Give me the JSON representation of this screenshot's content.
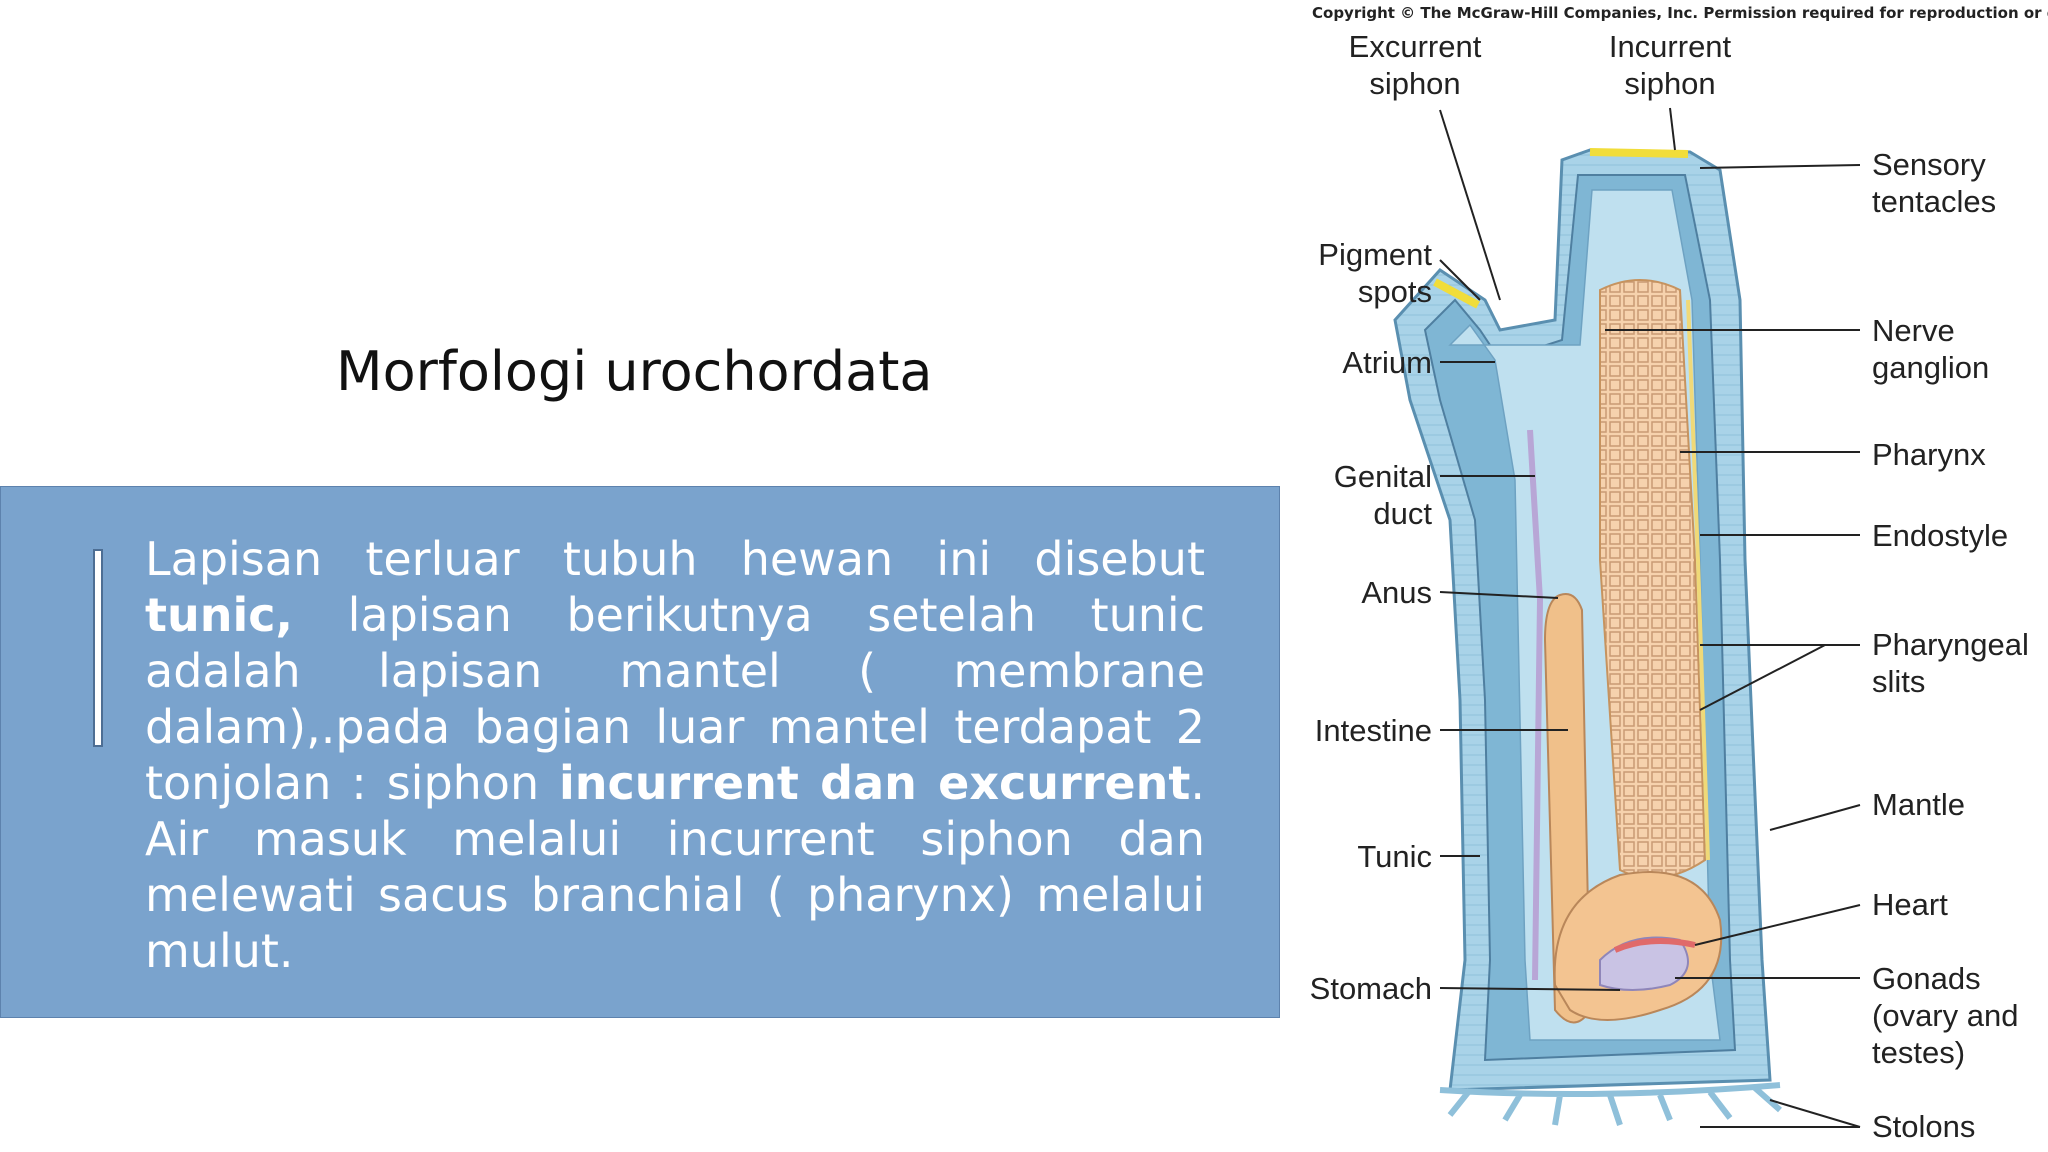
{
  "slide": {
    "title": "Morfologi urochordata",
    "text_parts": [
      {
        "t": "Lapisan terluar tubuh hewan ini disebut ",
        "b": false
      },
      {
        "t": "tunic,",
        "b": true
      },
      {
        "t": " lapisan berikutnya setelah tunic adalah lapisan mantel ( membrane dalam),.pada bagian luar mantel terdapat 2 tonjolan : siphon ",
        "b": false
      },
      {
        "t": "incurrent dan excurrent",
        "b": true
      },
      {
        "t": ".   Air masuk melalui incurrent siphon dan melewati sacus branchial ( pharynx) melalui mulut.",
        "b": false
      }
    ]
  },
  "figure": {
    "copyright": "Copyright © The McGraw-Hill Companies, Inc. Permission required for reproduction or display.",
    "labels": {
      "excurrent_1": "Excurrent",
      "excurrent_2": "siphon",
      "incurrent_1": "Incurrent",
      "incurrent_2": "siphon",
      "sensory_1": "Sensory",
      "sensory_2": "tentacles",
      "pigment_1": "Pigment",
      "pigment_2": "spots",
      "atrium": "Atrium",
      "nerve_1": "Nerve",
      "nerve_2": "ganglion",
      "pharynx": "Pharynx",
      "genital_1": "Genital",
      "genital_2": "duct",
      "endostyle": "Endostyle",
      "anus": "Anus",
      "pharyngeal_1": "Pharyngeal",
      "pharyngeal_2": "slits",
      "intestine": "Intestine",
      "mantle": "Mantle",
      "tunic": "Tunic",
      "heart": "Heart",
      "stomach": "Stomach",
      "gonads_1": "Gonads",
      "gonads_2": "(ovary and",
      "gonads_3": "testes)",
      "stolons": "Stolons"
    },
    "colors": {
      "box": "#7aa3cd",
      "tunic": "#a9d3e8",
      "mantle": "#6fa9c8",
      "pharynx": "#f3c9a2",
      "gut": "#f0c08a",
      "pigment": "#f1dd3a"
    }
  }
}
